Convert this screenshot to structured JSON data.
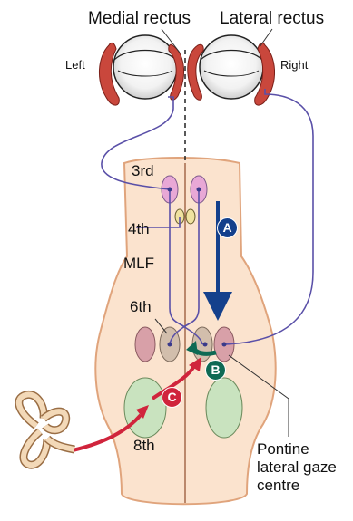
{
  "labels": {
    "medial_rectus": "Medial rectus",
    "lateral_rectus": "Lateral rectus",
    "left": "Left",
    "right": "Right",
    "nucleus_3rd": "3rd",
    "nucleus_4th": "4th",
    "mlf": "MLF",
    "nucleus_6th": "6th",
    "nucleus_8th": "8th",
    "pontine_line1": "Pontine",
    "pontine_line2": "lateral gaze",
    "pontine_line3": "centre"
  },
  "badges": {
    "a": "A",
    "b": "B",
    "c": "C"
  },
  "colors": {
    "brainstem_fill": "#fbe3ce",
    "brainstem_outline": "#e0a47c",
    "nerve_purple": "#5a50a8",
    "arrow_blue": "#14408c",
    "arrow_green": "#0e6a54",
    "arrow_red": "#d0243c",
    "muscle_red": "#c9473c",
    "nucleus_pink": "#e8a8d6",
    "nucleus_tan": "#d2beac",
    "nucleus_rose": "#d8a0a8",
    "nucleus_green": "#c9e3bf",
    "nucleus_yellow": "#f0e2a0"
  }
}
